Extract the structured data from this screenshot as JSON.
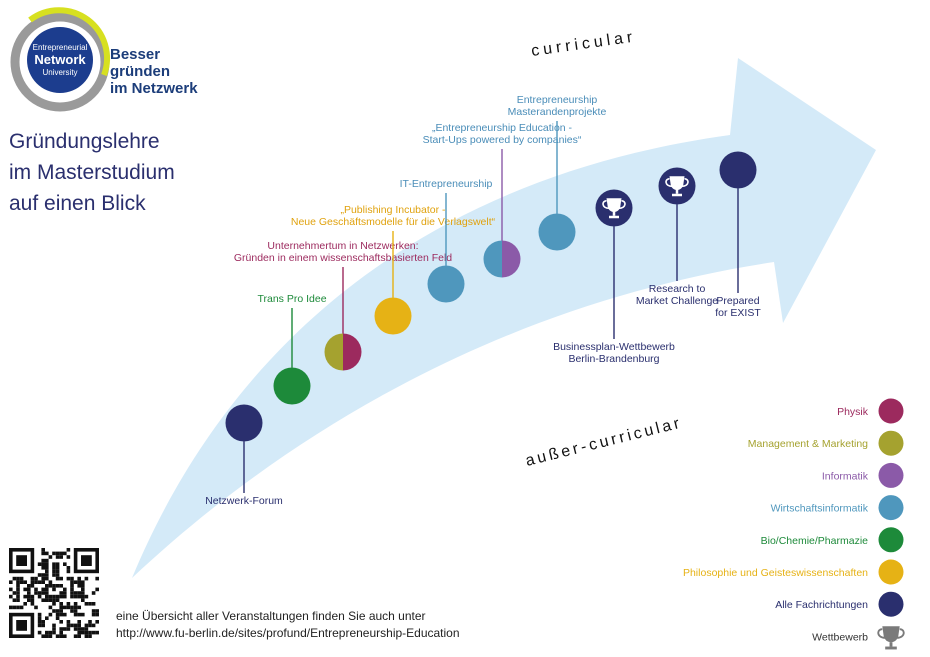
{
  "logo": {
    "badge_lines": [
      "Entrepreneurial",
      "Network",
      "University"
    ],
    "slogan_lines": [
      "Besser",
      "gründen",
      "im Netzwerk"
    ]
  },
  "title_lines": [
    "Gründungslehre",
    "im Masterstudium",
    "auf einen Blick"
  ],
  "arrow": {
    "top_label": "curricular",
    "bottom_label": "außer-curricular",
    "color": "#d4eaf8"
  },
  "events": [
    {
      "id": "netzwerk-forum",
      "label_lines": [
        "Netzwerk-Forum"
      ],
      "label_color": "#2a2f6e",
      "colors": [
        "#2a2f6e"
      ],
      "trophy": false
    },
    {
      "id": "trans-pro-idee",
      "label_lines": [
        "Trans Pro Idee"
      ],
      "label_color": "#1d8a3a",
      "colors": [
        "#1d8a3a"
      ],
      "trophy": false
    },
    {
      "id": "unternehmertum",
      "label_lines": [
        "Unternehmertum in Netzwerken:",
        "Gründen in einem wissenschaftsbasierten Feld"
      ],
      "label_color": "#9c2a5e",
      "colors": [
        "#a5a22f",
        "#9c2a5e"
      ],
      "trophy": false
    },
    {
      "id": "publishing-incubator",
      "label_lines": [
        "„Publishing Incubator -",
        "Neue Geschäftsmodelle für die Verlagswelt“"
      ],
      "label_color": "#e0a20e",
      "colors": [
        "#e6b215"
      ],
      "trophy": false
    },
    {
      "id": "it-entrepreneurship",
      "label_lines": [
        "IT-Entrepreneurship"
      ],
      "label_color": "#4a8db8",
      "colors": [
        "#4f97bd"
      ],
      "trophy": false
    },
    {
      "id": "start-ups-powered",
      "label_lines": [
        "„Entrepreneurship Education -",
        "Start-Ups powered by companies“"
      ],
      "label_color": "#4a8db8",
      "colors": [
        "#4f97bd",
        "#8b5aa8"
      ],
      "trophy": false
    },
    {
      "id": "masterandenprojekte",
      "label_lines": [
        "Entrepreneurship",
        "Masterandenprojekte"
      ],
      "label_color": "#4a8db8",
      "colors": [
        "#4f97bd"
      ],
      "trophy": false
    },
    {
      "id": "businessplan-wettbewerb",
      "label_lines": [
        "Businessplan-Wettbewerb",
        "Berlin-Brandenburg"
      ],
      "label_color": "#2a2f6e",
      "colors": [
        "#2a2f6e"
      ],
      "trophy": true
    },
    {
      "id": "research-to-market",
      "label_lines": [
        "Research to",
        "Market Challenge"
      ],
      "label_color": "#2a2f6e",
      "colors": [
        "#2a2f6e"
      ],
      "trophy": true
    },
    {
      "id": "prepared-for-exist",
      "label_lines": [
        "Prepared",
        "for EXIST"
      ],
      "label_color": "#2a2f6e",
      "colors": [
        "#2a2f6e"
      ],
      "trophy": false
    }
  ],
  "legend": [
    {
      "label": "Physik",
      "color": "#9c2a5e"
    },
    {
      "label": "Management & Marketing",
      "color": "#a5a22f"
    },
    {
      "label": "Informatik",
      "color": "#8b5aa8"
    },
    {
      "label": "Wirtschaftsinformatik",
      "color": "#4f97bd"
    },
    {
      "label": "Bio/Chemie/Pharmazie",
      "color": "#1d8a3a"
    },
    {
      "label": "Philosophie und Geisteswissenschaften",
      "color": "#e6b215"
    },
    {
      "label": "Alle Fachrichtungen",
      "color": "#2a2f6e"
    },
    {
      "label": "Wettbewerb",
      "color": "#7a7a7a",
      "trophy": true
    }
  ],
  "footer_lines": [
    "eine Übersicht aller Veranstaltungen finden Sie auch unter",
    "http://www.fu-berlin.de/sites/profund/Entrepreneurship-Education"
  ]
}
